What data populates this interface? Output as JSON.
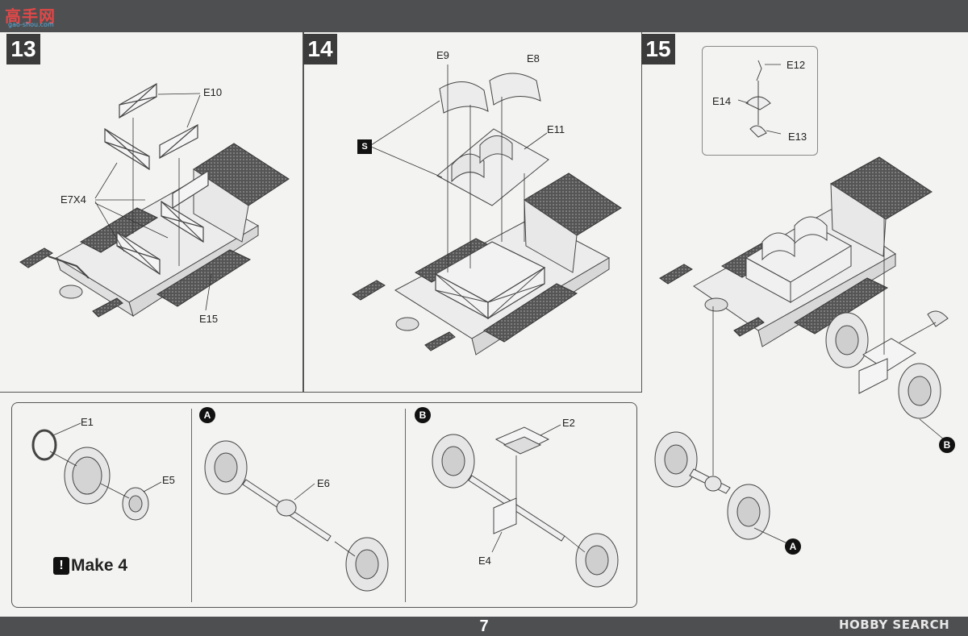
{
  "header": {
    "site_logo_text": "高手网",
    "site_logo_url": "gao-shou.com"
  },
  "steps": [
    {
      "number": "13",
      "callouts": {
        "e10": "E10",
        "e7": "E7X4",
        "e15": "E15"
      }
    },
    {
      "number": "14",
      "callouts": {
        "e9": "E9",
        "e8": "E8",
        "e11": "E11"
      }
    },
    {
      "number": "15",
      "callouts": {
        "e12": "E12",
        "e14": "E14",
        "e13": "E13"
      },
      "marker_b": "B",
      "marker_a": "A"
    }
  ],
  "subassemblies": {
    "wheel": {
      "callouts": {
        "e1": "E1",
        "e5": "E5"
      },
      "note": "Make 4",
      "note_icon": "!"
    },
    "axle_a": {
      "marker": "A",
      "callouts": {
        "e6": "E6"
      }
    },
    "axle_b": {
      "marker": "B",
      "callouts": {
        "e2": "E2",
        "e4": "E4"
      }
    }
  },
  "footer": {
    "page_number": "7",
    "watermark": "HOBBY SEARCH"
  },
  "colors": {
    "bar": "#4e4f51",
    "badge": "#3b3b3b",
    "paper": "#f3f3f1",
    "ink": "#222222"
  }
}
